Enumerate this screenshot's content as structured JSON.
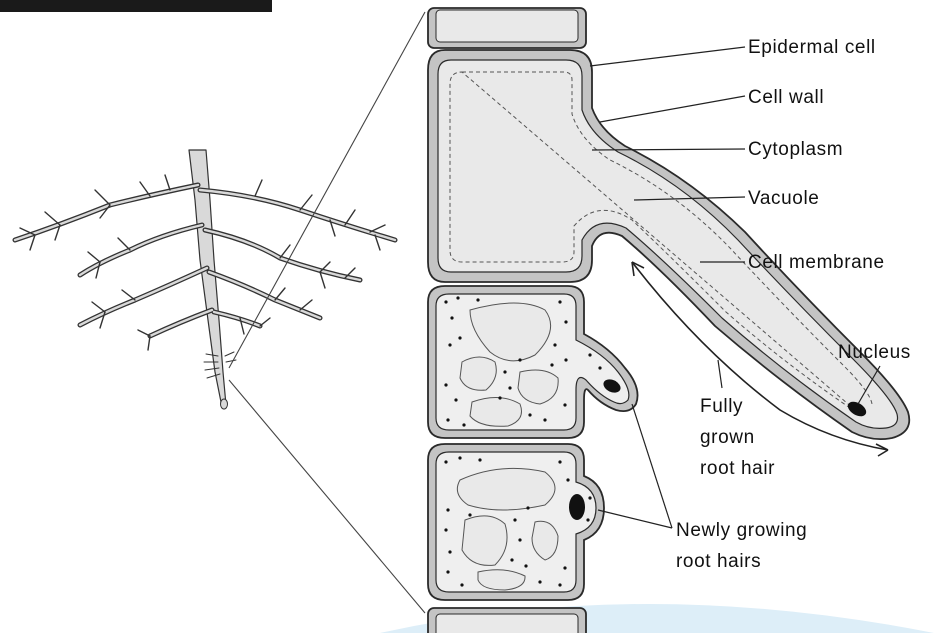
{
  "labels": {
    "epidermal_cell": "Epidermal cell",
    "cell_wall": "Cell wall",
    "cytoplasm": "Cytoplasm",
    "vacuole": "Vacuole",
    "cell_membrane": "Cell membrane",
    "nucleus": "Nucleus",
    "fully_grown_line1": "Fully",
    "fully_grown_line2": "grown",
    "fully_grown_line3": "root hair",
    "newly_growing_line1": "Newly growing",
    "newly_growing_line2": "root hairs"
  },
  "colors": {
    "cell_fill": "#e9e9e9",
    "cell_wall": "#c4c4c4",
    "outline": "#2a2a2a",
    "nucleus": "#111111",
    "background_arc": "#ddeef8"
  }
}
